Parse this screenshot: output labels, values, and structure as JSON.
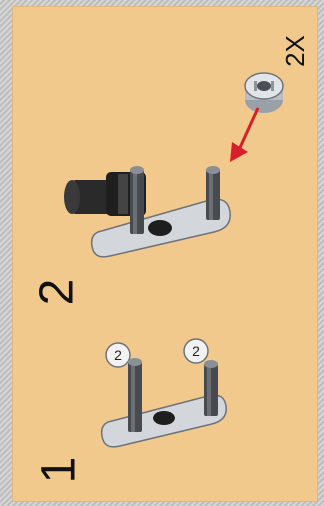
{
  "instructions": {
    "step1": {
      "number": "1",
      "callouts": [
        "2",
        "2"
      ]
    },
    "step2": {
      "number": "2",
      "count_label": "2X"
    }
  },
  "colors": {
    "panel": "#f2c98d",
    "frame": "#c9c9c9",
    "arrow": "#d8202a",
    "part_dark": "#2a2a2a",
    "part_light": "#d3d6da"
  },
  "icons": {
    "bush": "bush-icon",
    "beam": "beam-icon",
    "axle_pin": "axle-pin-icon",
    "motor": "motor-icon",
    "arrow": "arrow-icon"
  }
}
